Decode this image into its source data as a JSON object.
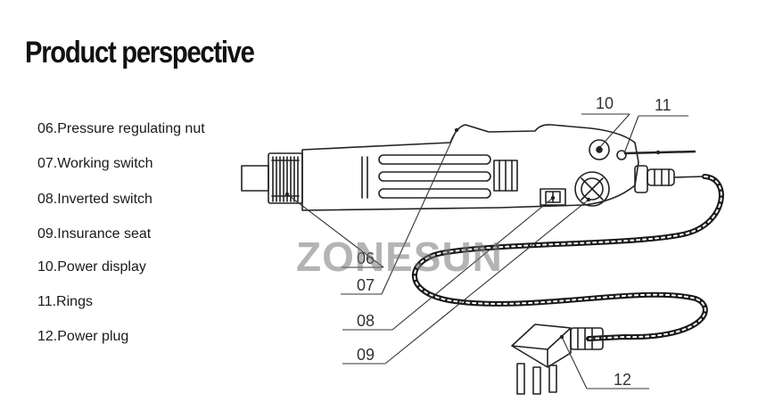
{
  "title": "Product perspective",
  "legend": [
    "06.Pressure regulating nut",
    "07.Working switch",
    "08.Inverted switch",
    "09.Insurance seat",
    "10.Power display",
    "11.Rings",
    "12.Power plug"
  ],
  "callouts": {
    "c06": "06",
    "c07": "07",
    "c08": "08",
    "c09": "09",
    "c10": "10",
    "c11": "11",
    "c12": "12"
  },
  "watermark": "ZONESUN"
}
